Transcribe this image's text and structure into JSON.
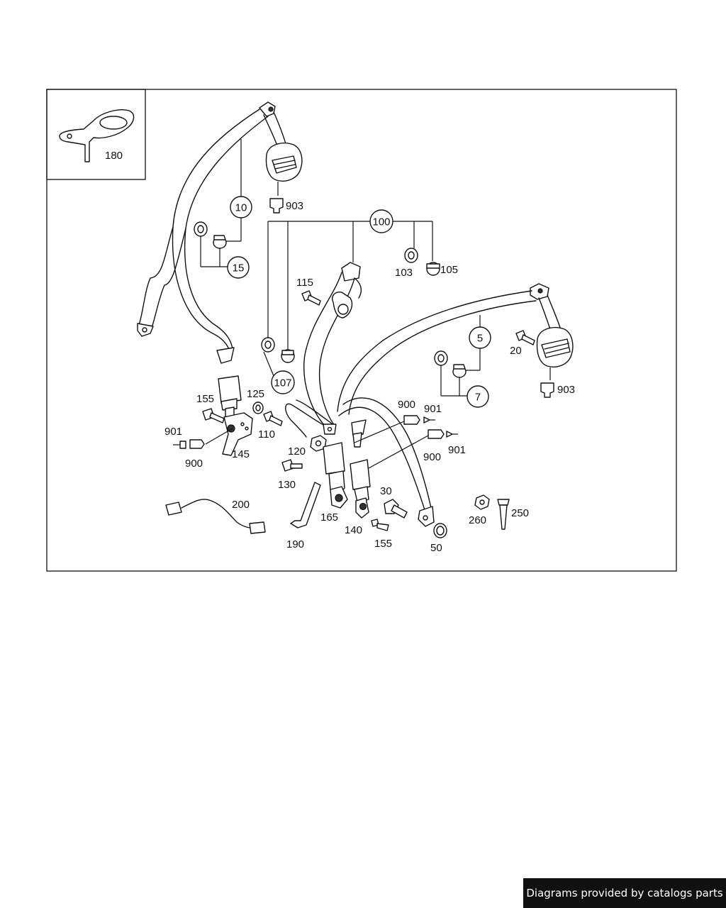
{
  "diagram": {
    "part_numbers": {
      "p180": "180",
      "p10": "10",
      "p15": "15",
      "p903a": "903",
      "p100": "100",
      "p103": "103",
      "p105": "105",
      "p115": "115",
      "p5": "5",
      "p20": "20",
      "p7": "7",
      "p903b": "903",
      "p107": "107",
      "p155a": "155",
      "p125": "125",
      "p110": "110",
      "p901a": "901",
      "p900a": "900",
      "p145": "145",
      "p120": "120",
      "p130": "130",
      "p900b": "900",
      "p901b": "901",
      "p900c": "900",
      "p901c": "901",
      "p30": "30",
      "p165": "165",
      "p140": "140",
      "p155b": "155",
      "p190": "190",
      "p200": "200",
      "p260": "260",
      "p250": "250",
      "p50": "50"
    }
  },
  "footer": {
    "text": "Diagrams provided by catalogs parts"
  }
}
